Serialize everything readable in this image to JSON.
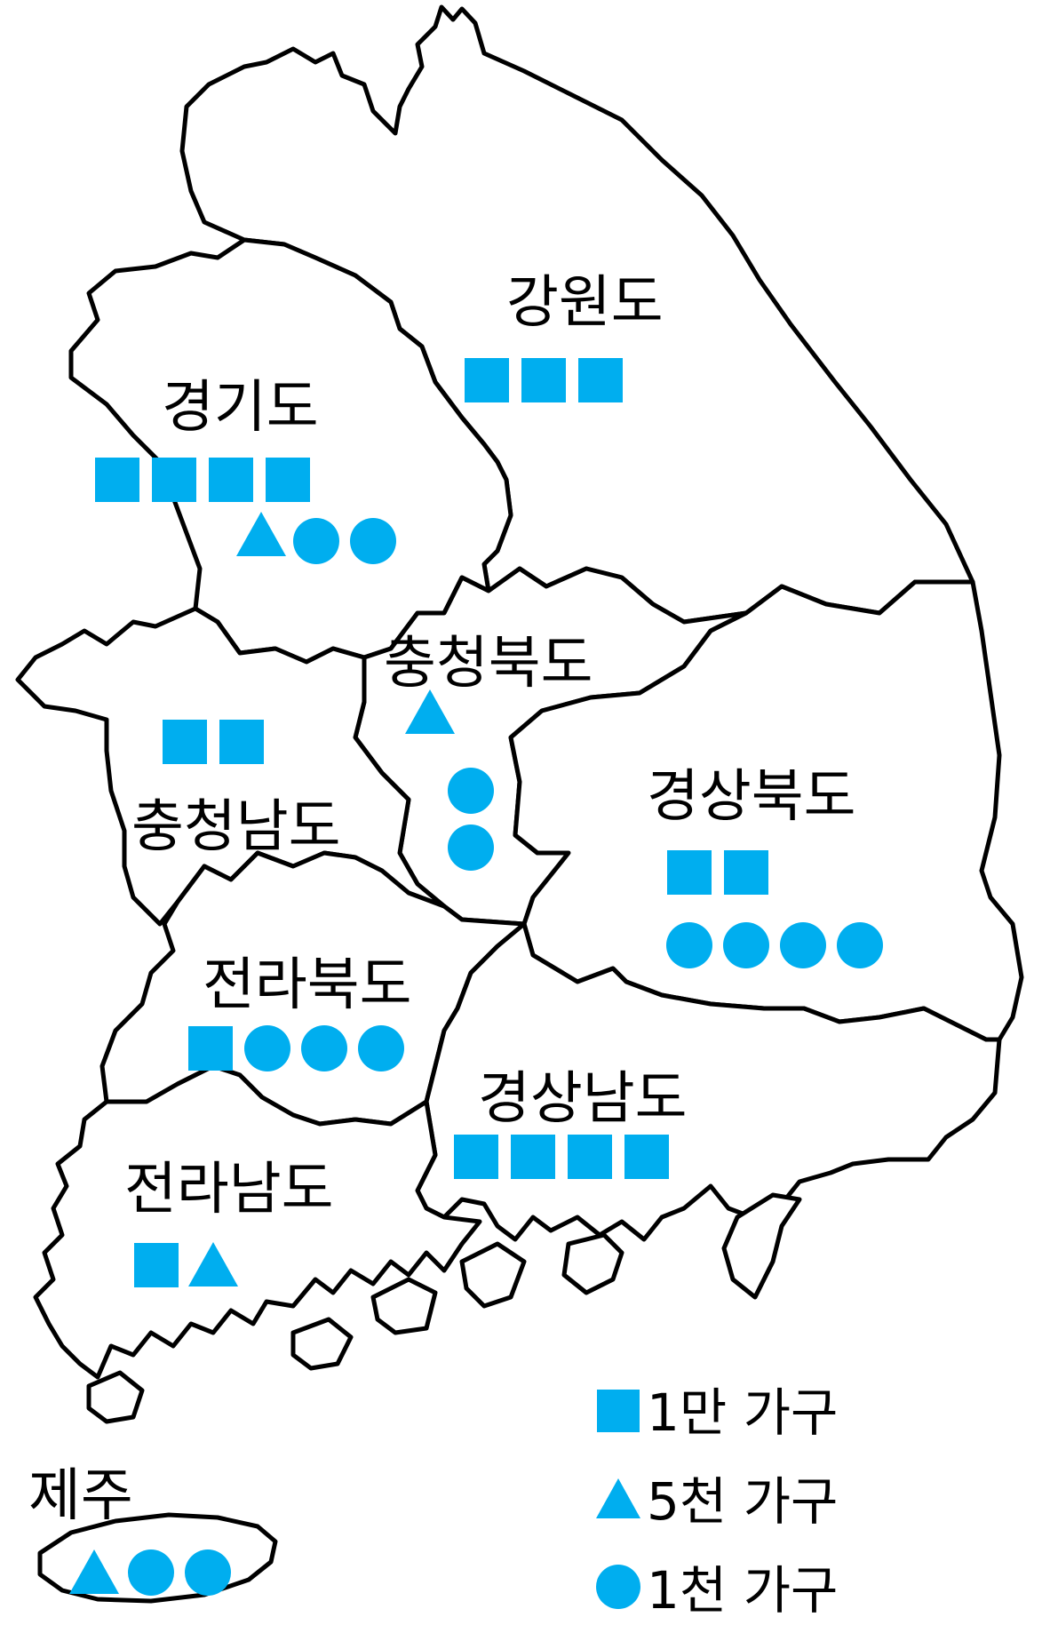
{
  "colors": {
    "marker": "#00AEEF",
    "outline": "#000000",
    "background": "#FFFFFF"
  },
  "regions": [
    {
      "id": "gangwon",
      "name": "강원도",
      "squares": 3,
      "triangles": 0,
      "circles": 0
    },
    {
      "id": "gyeonggi",
      "name": "경기도",
      "squares": 4,
      "triangles": 1,
      "circles": 2
    },
    {
      "id": "chungbuk",
      "name": "충청북도",
      "squares": 0,
      "triangles": 1,
      "circles": 2
    },
    {
      "id": "chungnam",
      "name": "충청남도",
      "squares": 2,
      "triangles": 0,
      "circles": 0
    },
    {
      "id": "gyeongbuk",
      "name": "경상북도",
      "squares": 2,
      "triangles": 0,
      "circles": 4
    },
    {
      "id": "jeonbuk",
      "name": "전라북도",
      "squares": 1,
      "triangles": 0,
      "circles": 3
    },
    {
      "id": "gyeongnam",
      "name": "경상남도",
      "squares": 4,
      "triangles": 0,
      "circles": 0
    },
    {
      "id": "jeonnam",
      "name": "전라남도",
      "squares": 1,
      "triangles": 1,
      "circles": 0
    },
    {
      "id": "jeju",
      "name": "제주",
      "squares": 0,
      "triangles": 1,
      "circles": 2
    }
  ],
  "legend": {
    "square": {
      "label": "1만 가구",
      "icon": "square-icon"
    },
    "triangle": {
      "label": "5천 가구",
      "icon": "triangle-icon"
    },
    "circle": {
      "label": "1천 가구",
      "icon": "circle-icon"
    }
  }
}
